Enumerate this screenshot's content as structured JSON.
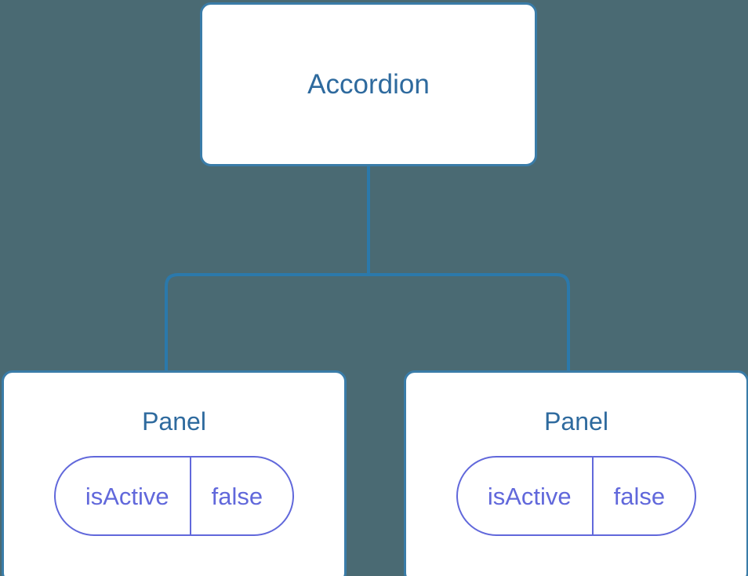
{
  "diagram": {
    "type": "component-tree",
    "background_color": "#4a6a73",
    "node_border_color": "#3a7ca8",
    "node_title_color": "#2e6a9e",
    "connector_color": "#2b79ab",
    "prop_color": "#6168db",
    "root": {
      "label": "Accordion"
    },
    "children": [
      {
        "label": "Panel",
        "props": [
          {
            "key": "isActive",
            "value": "false"
          }
        ]
      },
      {
        "label": "Panel",
        "props": [
          {
            "key": "isActive",
            "value": "false"
          }
        ]
      }
    ]
  }
}
